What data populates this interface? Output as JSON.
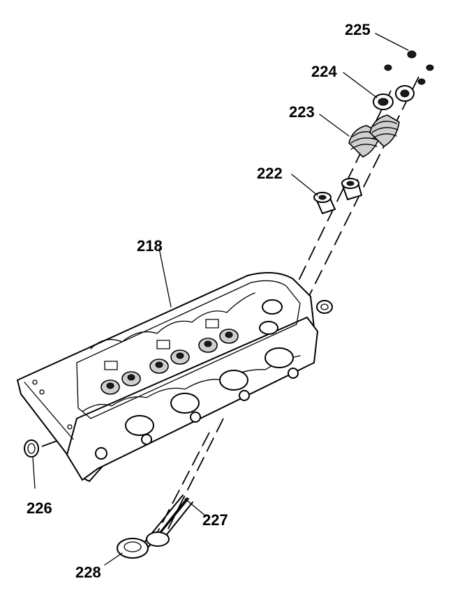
{
  "callouts": {
    "c218": "218",
    "c222": "222",
    "c223": "223",
    "c224": "224",
    "c225": "225",
    "c226": "226",
    "c227": "227",
    "c228": "228"
  }
}
